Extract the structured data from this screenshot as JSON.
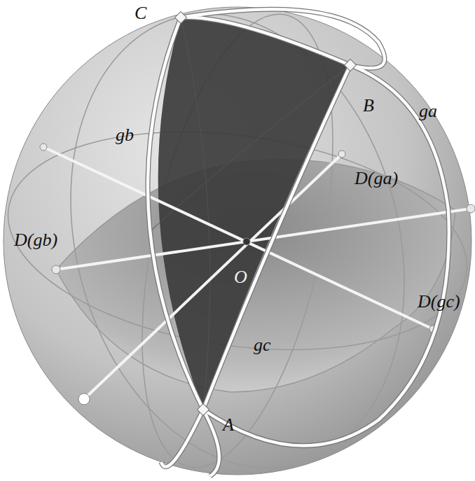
{
  "diagram": {
    "labels": [
      "C",
      "B",
      "ga",
      "gb",
      "D(ga)",
      "D(gb)",
      "O",
      "D(gc)",
      "gc",
      "A"
    ]
  }
}
